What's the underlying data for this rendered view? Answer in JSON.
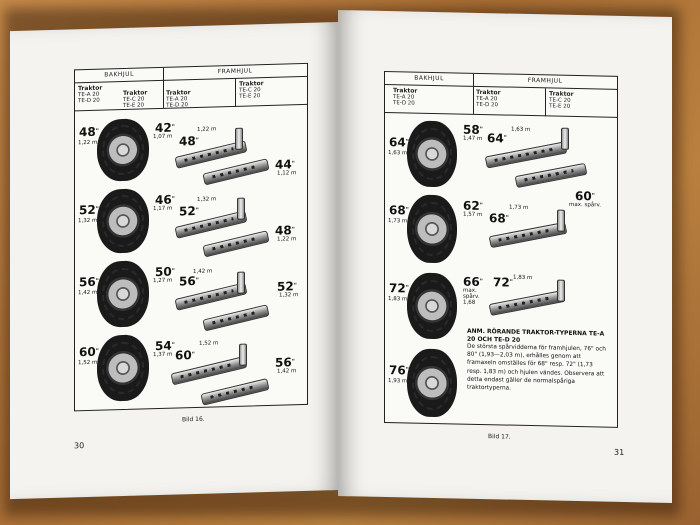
{
  "left_page": {
    "header": {
      "rear_label": "BAKHJUL",
      "front_label": "FRAMHJUL",
      "rear_tractor": {
        "title": "Traktor",
        "models": [
          "TE-A 20",
          "TE-D 20"
        ]
      },
      "rear_tractor_b": {
        "title": "Traktor",
        "models": [
          "TE-C 20",
          "TE-E 20"
        ]
      },
      "front_tractor_a": {
        "title": "Traktor",
        "models": [
          "TE-A 20",
          "TE-D 20"
        ]
      },
      "front_tractor_b": {
        "title": "Traktor",
        "models": [
          "TE-C 20",
          "TE-E 20"
        ]
      }
    },
    "rows": [
      {
        "rear": "48",
        "rear_m": "1,22 m",
        "front1": "42",
        "front1_m": "1,07 m",
        "axle1": "48",
        "axle1_m": "1,22 m",
        "axle2": "44",
        "axle2_m": "1,12 m"
      },
      {
        "rear": "52",
        "rear_m": "1,32 m",
        "front1": "46",
        "front1_m": "1,17 m",
        "axle1": "52",
        "axle1_m": "1,32 m",
        "axle2": "48",
        "axle2_m": "1,22 m"
      },
      {
        "rear": "56",
        "rear_m": "1,42 m",
        "front1": "50",
        "front1_m": "1,27 m",
        "axle1": "56",
        "axle1_m": "1,42 m",
        "axle2": "52",
        "axle2_m": "1,32 m"
      },
      {
        "rear": "60",
        "rear_m": "1,52 m",
        "front1": "54",
        "front1_m": "1,37 m",
        "axle1": "60",
        "axle1_m": "1,52 m",
        "axle2": "56",
        "axle2_m": "1,42 m"
      }
    ],
    "caption": "Bild 16.",
    "page_number": "30"
  },
  "right_page": {
    "header": {
      "rear_label": "BAKHJUL",
      "front_label": "FRAMHJUL",
      "rear_tractor": {
        "title": "Traktor",
        "models": [
          "TE-A 20",
          "TE-D 20"
        ]
      },
      "front_tractor_a": {
        "title": "Traktor",
        "models": [
          "TE-A 20",
          "TE-D 20"
        ]
      },
      "front_tractor_b": {
        "title": "Traktor",
        "models": [
          "TE-C 20",
          "TE-E 20"
        ]
      }
    },
    "rows": [
      {
        "rear": "64",
        "rear_m": "1,63 m",
        "front1": "58",
        "front1_m": "1,47 m",
        "axle1": "64",
        "axle1_m": "1,63 m",
        "extra": ""
      },
      {
        "rear": "68",
        "rear_m": "1,73 m",
        "front1": "62",
        "front1_m": "1,57 m",
        "axle1": "68",
        "axle1_m": "1,73 m",
        "extra": "60",
        "extra_note": "max. spårv."
      },
      {
        "rear": "72",
        "rear_m": "1,83 m",
        "front1": "66",
        "front1_m": "max. spårv. 1,68",
        "axle1": "72",
        "axle1_m": "1,83 m"
      },
      {
        "rear": "76",
        "rear_m": "1,93 m"
      }
    ],
    "note": {
      "heading": "ANM. RÖRANDE TRAKTOR-TYPERNA TE-A 20 OCH TE-D 20",
      "body": "De största spårvidderna för framhjulen, 76\" och 80\" (1,93—2,03 m), erhålles genom att framaxeln omställes för 68\" resp. 72\" (1,73 resp. 1,83 m) och hjulen vändes. Observera att detta endast gäller de normalspåriga traktortyperna."
    },
    "caption": "Bild 17.",
    "page_number": "31"
  },
  "colors": {
    "paper": "#f4f3ef",
    "ink": "#111111",
    "desk": "#b07a3e"
  }
}
